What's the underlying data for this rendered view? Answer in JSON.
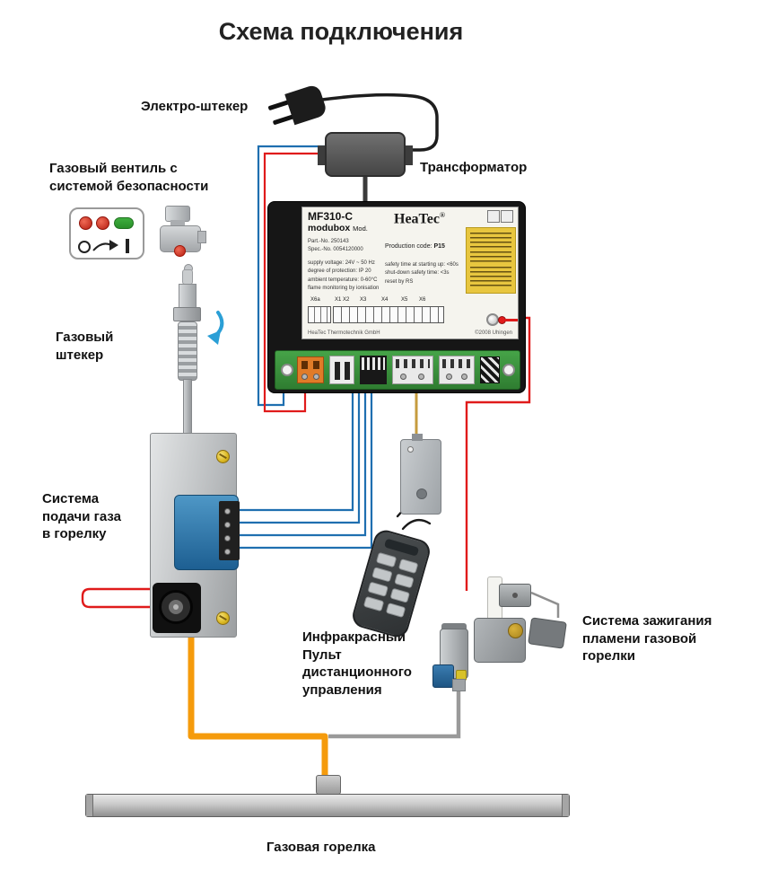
{
  "title": "Схема подключения",
  "labels": {
    "electro_plug": "Электро-штекер",
    "transformer": "Трансформатор",
    "gas_valve": "Газовый вентиль с\nсистемой безопасности",
    "gas_plug": "Газовый\nштекер",
    "gas_supply": "Система\nподачи газа\nв горелку",
    "remote": "Инфракрасный\nПульт\nдистанционного\nуправления",
    "ignition": "Система зажигания\nпламени газовой\nгорелки",
    "burner": "Газовая горелка"
  },
  "control_unit": {
    "model": "MF310-C",
    "series": "modubox",
    "mod": "Mod.",
    "brand": "HeaTec",
    "brand_reg": "®",
    "part_no": "Part.-No. 250143",
    "spec_no": "Spec.-No. 0054120000",
    "production_code_label": "Production code:",
    "production_code": "P15",
    "specs": [
      "supply voltage: 24V ~ 50 Hz",
      "degree of protection: IP 20",
      "ambient temperature: 0-60°C",
      "flame monitoring by ionisation"
    ],
    "safety": [
      "safety time at starting up: <60s",
      "shut-down safety time: <3s",
      "reset by RS"
    ],
    "terminals": [
      "X6a",
      "X1 X2",
      "X3",
      "X4",
      "X5",
      "X6"
    ],
    "footer_left": "HeaTec Thermotechnik GmbH",
    "footer_right": "©2008 Uhingen"
  },
  "colors": {
    "wire_red": "#e01b1b",
    "wire_blue": "#1f6fb0",
    "wire_orange": "#f59b0c",
    "wire_gray": "#9a9a9a",
    "wire_yellow": "#c69c3f",
    "pcb_green": "#3f9b41",
    "sticker_yellow": "#e8c63f"
  }
}
